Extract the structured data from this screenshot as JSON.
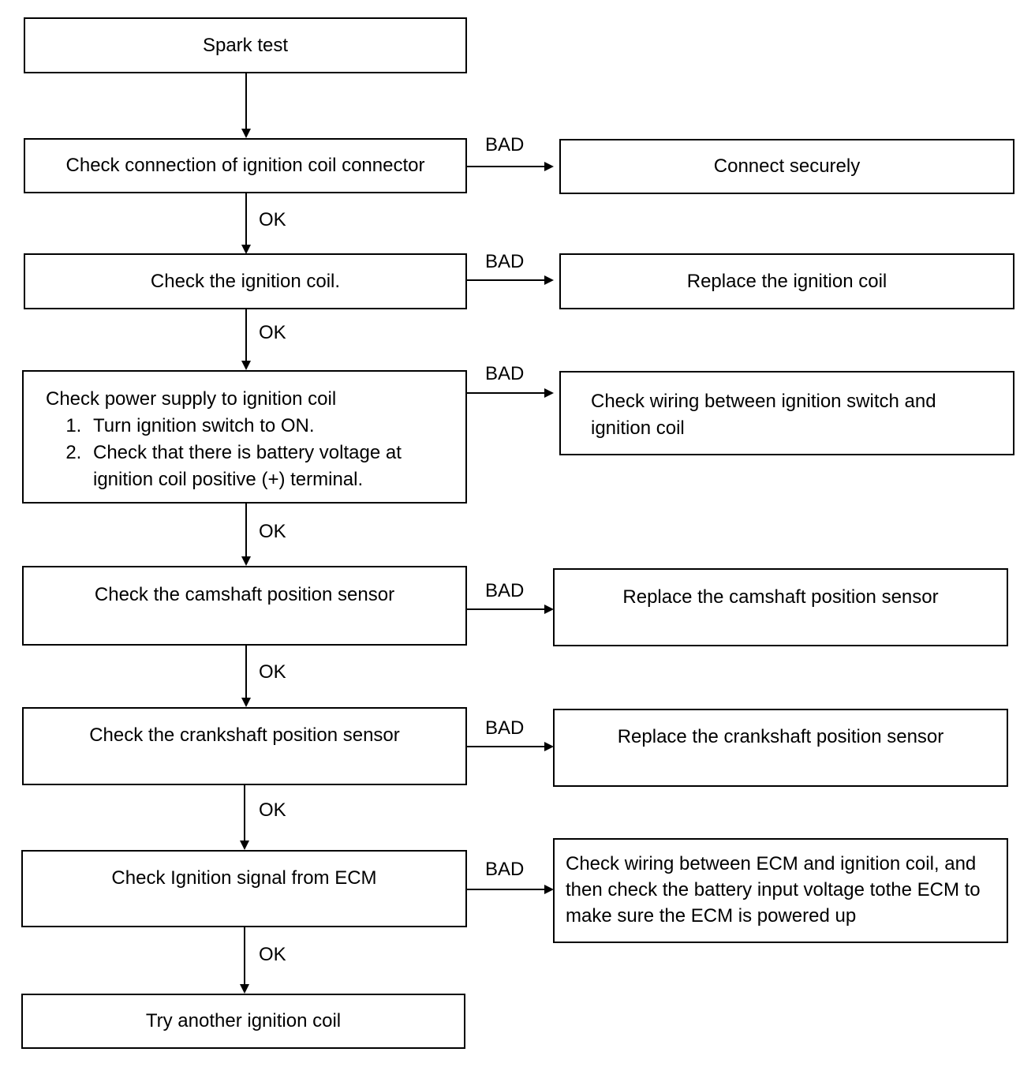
{
  "flow": {
    "start": "Spark test",
    "steps": [
      {
        "check": "Check connection of ignition coil connector",
        "bad_label": "BAD",
        "bad_action": "Connect securely"
      },
      {
        "check": "Check the ignition coil.",
        "bad_label": "BAD",
        "bad_action": "Replace the ignition coil"
      },
      {
        "check_title": "Check power supply to ignition coil",
        "check_items": [
          "Turn ignition switch to ON.",
          "Check that there is battery voltage at ignition coil positive (+) terminal."
        ],
        "bad_label": "BAD",
        "bad_action": "Check wiring between ignition switch and ignition coil"
      },
      {
        "check": "Check the camshaft position sensor",
        "bad_label": "BAD",
        "bad_action": "Replace the camshaft position sensor"
      },
      {
        "check": "Check the crankshaft position sensor",
        "bad_label": "BAD",
        "bad_action": "Replace the crankshaft position sensor"
      },
      {
        "check": "Check Ignition signal from ECM",
        "bad_label": "BAD",
        "bad_action": "Check wiring between ECM and ignition coil, and then check the battery input voltage tothe ECM to make sure the ECM is powered up"
      }
    ],
    "ok_label": "OK",
    "end": "Try another ignition coil"
  }
}
